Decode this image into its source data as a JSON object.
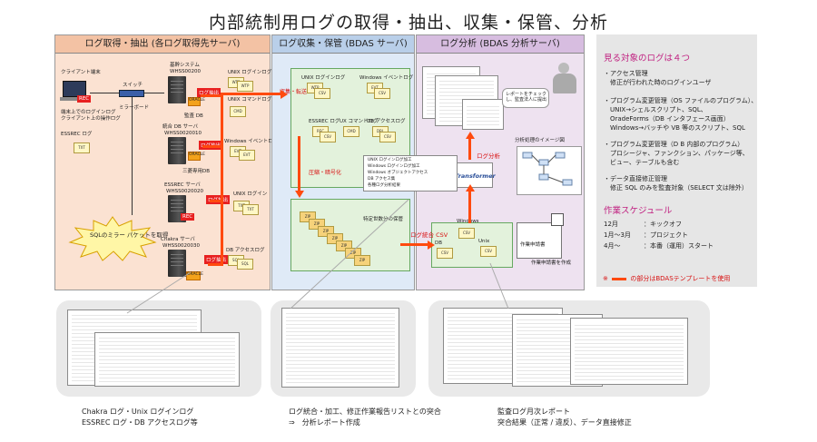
{
  "title": "内部統制用ログの取得・抽出、収集・保管、分析",
  "panels": {
    "acquire": {
      "header": "ログ取得・抽出 (各ログ取得先サーバ)",
      "client": "クライアント端末",
      "client_note_1": "端末上でのログインログ",
      "client_note_2": "クライアント上の操作ログ",
      "switch": "スイッチ",
      "mirror": "ミラーボード",
      "base_system": "基幹システム",
      "base_host": "WHSS00200",
      "unix_login_1": "UNIX ログインログ",
      "unix_command": "UNIX コマンドログ",
      "aud_db": "監査 DB",
      "essrec_log": "ESSREC ログ",
      "txt": "TXT",
      "log_extract": "ログ抽出",
      "db_server": "統合 DB サーバ",
      "db_host": "WHSS0020010",
      "windows_event": "Windows イベントログ",
      "dedicated_db": "三菱専用DB",
      "essrec_server": "ESSREC サーバ",
      "essrec_host": "WHSS0020020",
      "unix_login_2": "UNIX ログイン",
      "sql_burst": "SQLのミラー パケットを取得",
      "chakra_server": "Chakra サーバ",
      "chakra_host": "WHSS0020030",
      "db_access": "DB アクセスログ",
      "oracle": "ORACLE",
      "rec": "REC",
      "evt": "EVT",
      "wtp": "WTP",
      "cmd": "CMD",
      "sql": "SQL"
    },
    "collect": {
      "header": "ログ収集・保管 (BDAS サーバ)",
      "collect_label": "収集・転送",
      "unix_login": "UNIX ログインログ",
      "win_event": "Windows イベントログ",
      "essrec": "ESSREC ログ",
      "ux_cmd": "UX コマンドログ",
      "db_access": "DB アクセスログ",
      "compress": "圧縮・暗号化",
      "store": "特定世数分の保管",
      "zip": "ZIP",
      "wtp": "WTP",
      "evt": "EVT",
      "rec": "REC",
      "cmd": "CMD",
      "dbl": "DBL",
      "csv": "CSV",
      "note": [
        "UNIX ログインログ加工",
        "Windows ログインログ加工",
        "Windows オブジェクトアクセス",
        "DB アクセス集",
        "各種ログ分析結果"
      ]
    },
    "analysis": {
      "header": "ログ分析 (BDAS 分析サーバ)",
      "reviewer": "レポートをチェックし、監査法人に提出",
      "log_analysis": "ログ分析",
      "transformer": "Transformer",
      "image_label": "分析処理のイメージ図",
      "windows": "Windows",
      "unix": "Unix",
      "log_merge_csv": "ログ統合 CSV",
      "db": "DB",
      "csv": "CSV",
      "request": "作業申請書",
      "request_make": "作業申請書を作成"
    }
  },
  "side": {
    "target_title": "見る対象のログは４つ",
    "targets": [
      [
        "・アクセス管理",
        "　修正が行われた時のログインユーザ"
      ],
      [
        "・プログラム変更管理（OS ファイルのプログラム）、",
        "　UNIX→シェルスクリプト、SQL、",
        "　OradeForms（DB インタフェース画面）",
        "　Windows→バッチや VB 等のスクリプト、SQL"
      ],
      [
        "・プログラム変更管理（D B 内部のプログラム）",
        "　プロシージャ、ファンクション、パッケージ等、",
        "　ビュー、テーブルも含む"
      ],
      [
        "・データ直接修正管理",
        "　修正 SQL のみを監査対象（SELECT 文は除外）"
      ]
    ],
    "schedule_title": "作業スケジュール",
    "schedule": [
      [
        "12月",
        "：キックオフ"
      ],
      [
        "1月～3月",
        "：プロジェクト"
      ],
      [
        "4月～",
        "：本番（運用）スタート"
      ]
    ],
    "legend_prefix": "※",
    "legend_text": "の部分はBDASテンプレートを使用"
  },
  "captions": {
    "c1": [
      "Chakra ログ・Unix ログインログ",
      "ESSREC ログ・DB アクセスログ等"
    ],
    "c2": [
      "ログ統合・加工、修正作業報告リストとの突合",
      "⇒　分析レポート作成"
    ],
    "c3": [
      "監査ログ月次レポート",
      "突合結果（正常 / 違反）、データ直接修正"
    ]
  }
}
